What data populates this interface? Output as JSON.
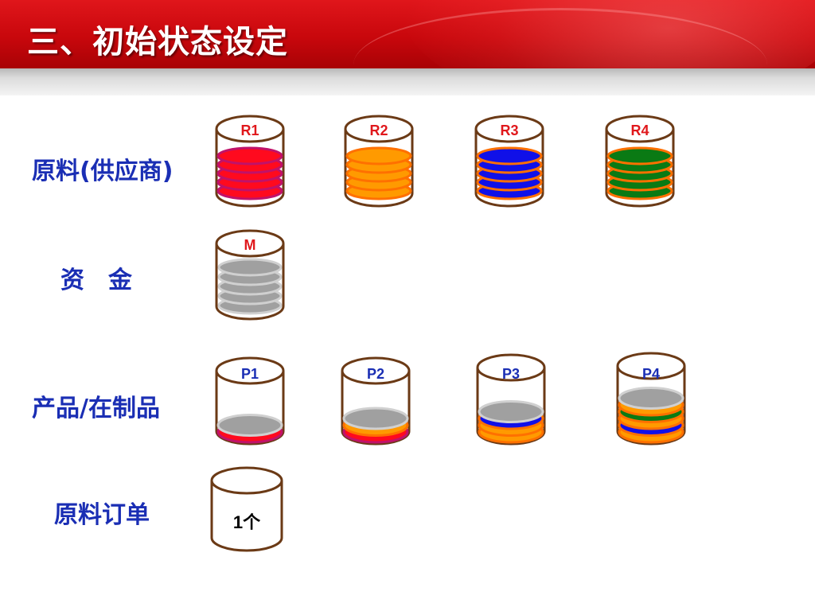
{
  "title": "三、初始状态设定",
  "colors": {
    "outline": "#6b3a16",
    "red": "#ff0a1e",
    "red_edge": "#c0126a",
    "orange": "#ff9a00",
    "orange_edge": "#ff7000",
    "blue": "#1010e8",
    "blue_edge": "#ff7000",
    "green": "#0a7a14",
    "green_edge": "#ff7000",
    "gray": "#a0a0a0",
    "gray_edge": "#d0d0d0",
    "label_red": "#e0181c",
    "label_blue": "#1a2eb4"
  },
  "rows": {
    "raw_materials": "原料(供应商)",
    "capital": "资　金",
    "products": "产品/在制品",
    "raw_orders": "原料订单"
  },
  "raw_containers": [
    {
      "label": "R1",
      "color": "red",
      "chips": 5
    },
    {
      "label": "R2",
      "color": "orange",
      "chips": 5
    },
    {
      "label": "R3",
      "color": "blue",
      "chips": 5
    },
    {
      "label": "R4",
      "color": "green",
      "chips": 5
    }
  ],
  "capital_container": {
    "label": "M",
    "color": "gray",
    "chips": 5
  },
  "product_containers": [
    {
      "label": "P1",
      "chips": [
        "red",
        "gray"
      ]
    },
    {
      "label": "P2",
      "chips": [
        "red",
        "orange",
        "gray"
      ]
    },
    {
      "label": "P3",
      "chips": [
        "orange",
        "orange",
        "blue",
        "gray"
      ]
    },
    {
      "label": "P4",
      "chips": [
        "orange",
        "blue",
        "orange",
        "green",
        "orange",
        "gray"
      ]
    }
  ],
  "order_container": {
    "text": "1个"
  }
}
